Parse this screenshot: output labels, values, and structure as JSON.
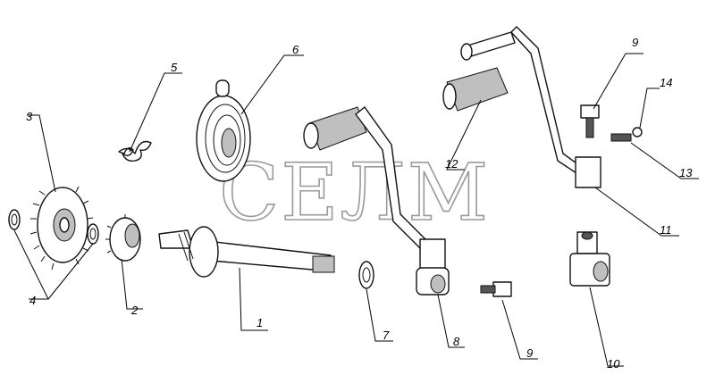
{
  "watermark": "СЕЛМ",
  "callouts": [
    "1",
    "2",
    "3",
    "4",
    "5",
    "6",
    "7",
    "8",
    "9",
    "10",
    "11",
    "12",
    "13",
    "14"
  ]
}
